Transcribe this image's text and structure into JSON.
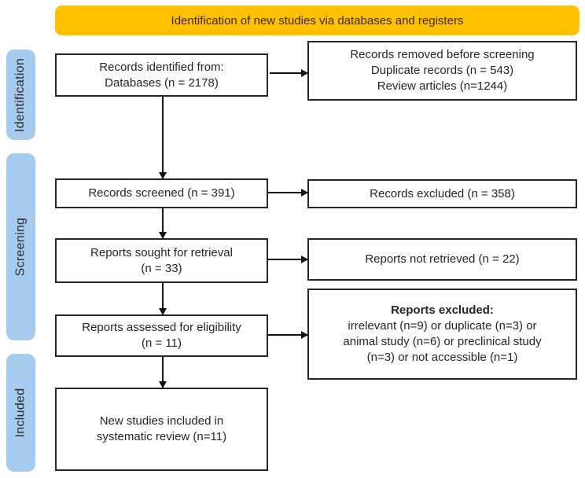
{
  "banner": {
    "label": "Identification of new studies via databases and registers",
    "bg": "#FFC000",
    "text_color": "#3A2C00"
  },
  "stage_labels": {
    "bg": "#A6CBEC",
    "items": [
      {
        "label": "Identification"
      },
      {
        "label": "Screening"
      },
      {
        "label": "Included"
      }
    ]
  },
  "boxes": {
    "records_identified": {
      "lines": [
        "Records identified from:",
        "Databases (n = 2178)"
      ]
    },
    "records_removed": {
      "lines": [
        "Records removed before screening",
        "Duplicate records (n = 543)",
        "Review articles (n=1244)"
      ]
    },
    "records_screened": {
      "lines": [
        "Records screened (n = 391)"
      ]
    },
    "records_excluded": {
      "lines": [
        "Records excluded (n = 358)"
      ]
    },
    "reports_sought": {
      "lines": [
        "Reports sought for retrieval",
        "(n = 33)"
      ]
    },
    "reports_not_retrieved": {
      "lines": [
        "Reports not retrieved (n = 22)"
      ]
    },
    "reports_assessed": {
      "lines": [
        "Reports assessed for eligibility",
        "(n = 11)"
      ]
    },
    "reports_excluded": {
      "heading": "Reports excluded:",
      "lines": [
        "irrelevant (n=9) or duplicate (n=3) or",
        "animal study (n=6) or preclinical study",
        "(n=3) or not accessible (n=1)"
      ]
    },
    "new_studies_included": {
      "lines": [
        "New studies included in",
        "systematic review (n=11)"
      ]
    }
  },
  "colors": {
    "banner_bg": "#FFC000",
    "banner_text": "#3A2C00",
    "stage_label_bg": "#A6CBEC",
    "box_border": "#262626",
    "arrow": "#111111"
  }
}
